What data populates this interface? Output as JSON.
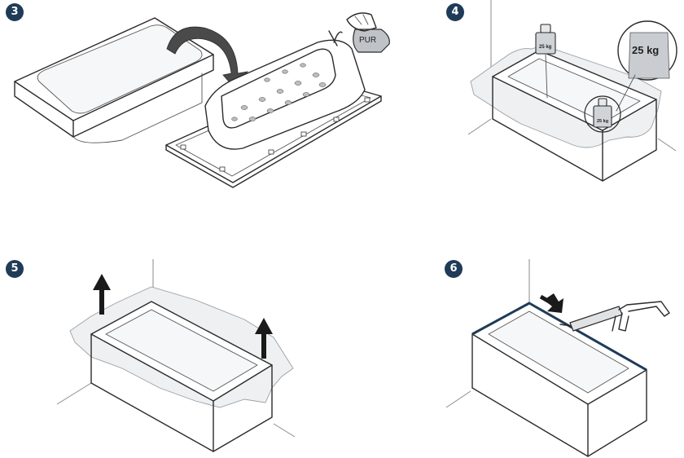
{
  "steps": [
    {
      "number": "3",
      "product_label": "PUR"
    },
    {
      "number": "4",
      "weight_label": "25 kg",
      "weight_label_zoom": "25 kg"
    },
    {
      "number": "5"
    },
    {
      "number": "6"
    }
  ],
  "colors": {
    "badge": "#1f3b57",
    "seal_line": "#1f3b57",
    "line": "#2a2a2a"
  }
}
